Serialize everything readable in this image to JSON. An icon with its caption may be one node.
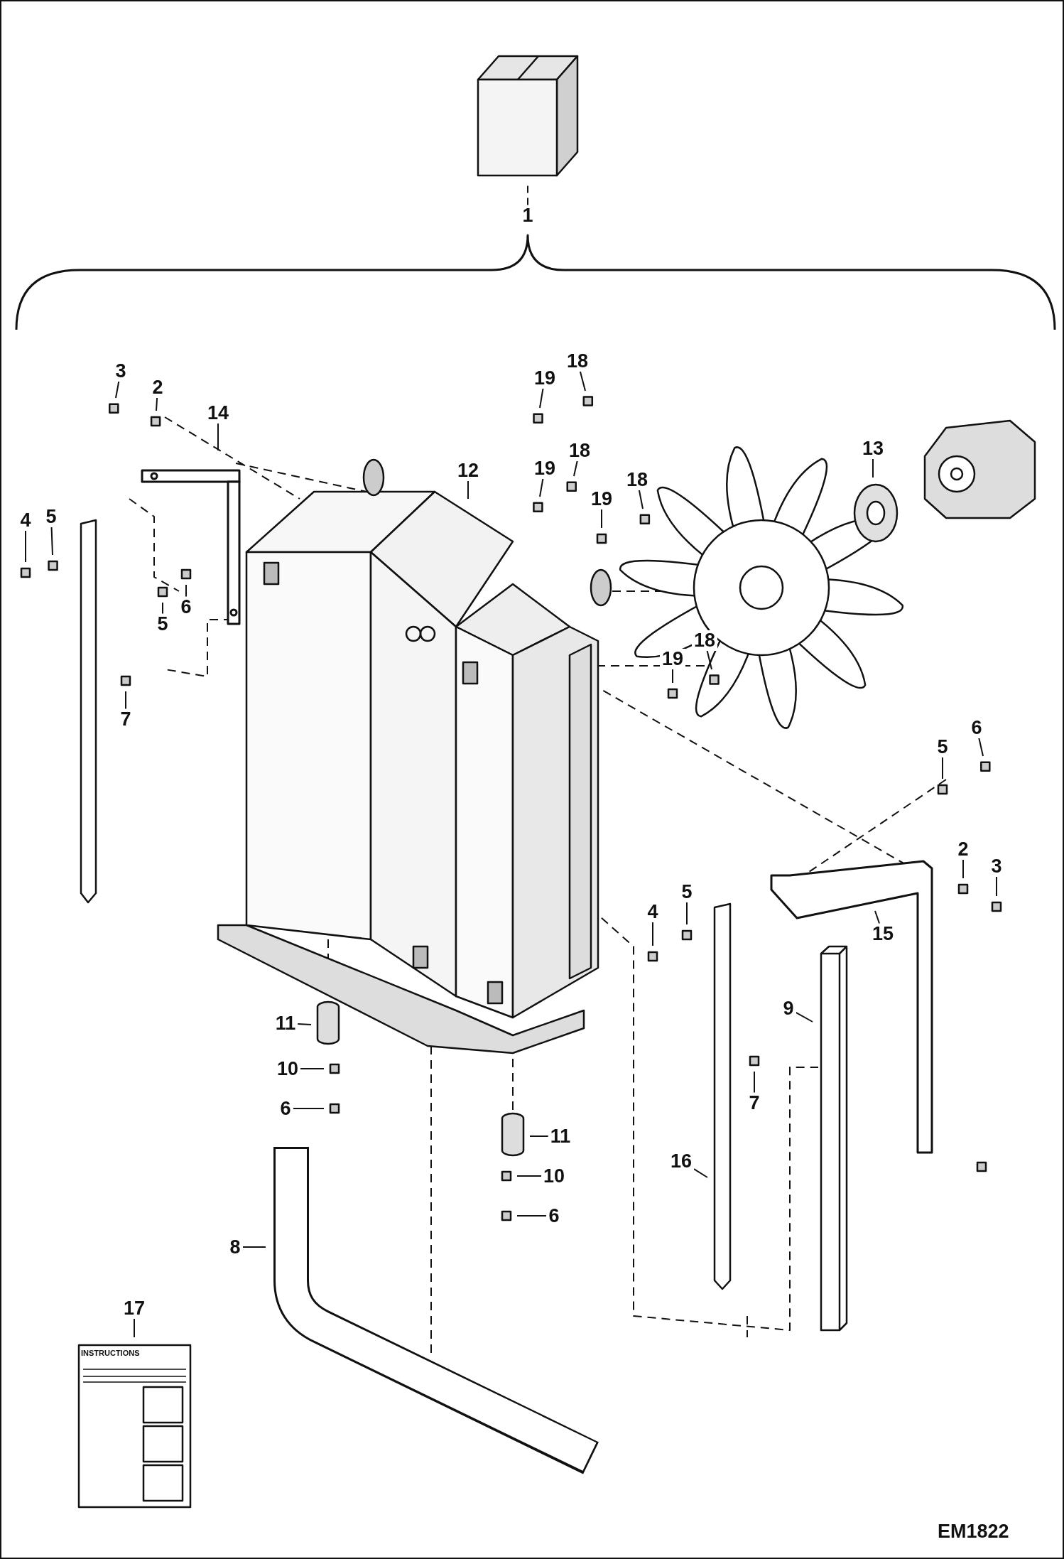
{
  "diagram": {
    "nodes": [
      {
        "text": [
          "1"
        ]
      },
      {
        "text": [
          "3"
        ]
      },
      {
        "text": [
          "2"
        ]
      },
      {
        "text": [
          "14"
        ]
      },
      {
        "text": [
          "4"
        ]
      },
      {
        "text": [
          "5"
        ]
      },
      {
        "text": [
          "5"
        ]
      },
      {
        "text": [
          "6"
        ]
      },
      {
        "text": [
          "7"
        ]
      },
      {
        "text": [
          "19"
        ]
      },
      {
        "text": [
          "18"
        ]
      },
      {
        "text": [
          "19"
        ]
      },
      {
        "text": [
          "18"
        ]
      },
      {
        "text": [
          "19"
        ]
      },
      {
        "text": [
          "18"
        ]
      },
      {
        "text": [
          "12"
        ]
      },
      {
        "text": [
          "13"
        ]
      },
      {
        "text": [
          "19"
        ]
      },
      {
        "text": [
          "18"
        ]
      },
      {
        "text": [
          "5"
        ]
      },
      {
        "text": [
          "6"
        ]
      },
      {
        "text": [
          "2"
        ]
      },
      {
        "text": [
          "3"
        ]
      },
      {
        "text": [
          "15"
        ]
      },
      {
        "text": [
          "4"
        ]
      },
      {
        "text": [
          "5"
        ]
      },
      {
        "text": [
          "9"
        ]
      },
      {
        "text": [
          "7"
        ]
      },
      {
        "text": [
          "11"
        ]
      },
      {
        "text": [
          "10"
        ]
      },
      {
        "text": [
          "6"
        ]
      },
      {
        "text": [
          "11"
        ]
      },
      {
        "text": [
          "10"
        ]
      },
      {
        "text": [
          "6"
        ]
      },
      {
        "text": [
          "16"
        ]
      },
      {
        "text": [
          "8"
        ]
      },
      {
        "text": [
          "17"
        ]
      }
    ],
    "edges": [
      {
        "from": 0,
        "to": null,
        "arrow": "none",
        "style": "dashed"
      },
      {
        "from": 1,
        "to": null,
        "arrow": "none"
      },
      {
        "from": 2,
        "to": null,
        "arrow": "none"
      },
      {
        "from": 3,
        "to": null,
        "arrow": "none"
      },
      {
        "from": 4,
        "to": null,
        "arrow": "none"
      },
      {
        "from": 5,
        "to": null,
        "arrow": "none"
      },
      {
        "from": 6,
        "to": null,
        "arrow": "none"
      },
      {
        "from": 7,
        "to": null,
        "arrow": "none"
      },
      {
        "from": 8,
        "to": null,
        "arrow": "none"
      },
      {
        "from": 9,
        "to": null,
        "arrow": "none"
      },
      {
        "from": 10,
        "to": null,
        "arrow": "none"
      },
      {
        "from": 11,
        "to": null,
        "arrow": "none"
      },
      {
        "from": 12,
        "to": null,
        "arrow": "none"
      },
      {
        "from": 13,
        "to": null,
        "arrow": "none"
      },
      {
        "from": 14,
        "to": null,
        "arrow": "none"
      },
      {
        "from": 15,
        "to": null,
        "arrow": "none"
      },
      {
        "from": 16,
        "to": null,
        "arrow": "none"
      },
      {
        "from": 17,
        "to": null,
        "arrow": "none"
      },
      {
        "from": 18,
        "to": null,
        "arrow": "none"
      },
      {
        "from": 19,
        "to": null,
        "arrow": "none"
      },
      {
        "from": 20,
        "to": null,
        "arrow": "none"
      },
      {
        "from": 21,
        "to": null,
        "arrow": "none"
      },
      {
        "from": 22,
        "to": null,
        "arrow": "none"
      },
      {
        "from": 23,
        "to": null,
        "arrow": "none"
      },
      {
        "from": 24,
        "to": null,
        "arrow": "none"
      },
      {
        "from": 25,
        "to": null,
        "arrow": "none"
      },
      {
        "from": 26,
        "to": null,
        "arrow": "none"
      },
      {
        "from": 27,
        "to": null,
        "arrow": "none"
      },
      {
        "from": 28,
        "to": null,
        "arrow": "none"
      },
      {
        "from": 29,
        "to": null,
        "arrow": "none"
      },
      {
        "from": 30,
        "to": null,
        "arrow": "none"
      },
      {
        "from": 31,
        "to": null,
        "arrow": "none"
      },
      {
        "from": 32,
        "to": null,
        "arrow": "none"
      },
      {
        "from": 33,
        "to": null,
        "arrow": "none"
      },
      {
        "from": 34,
        "to": null,
        "arrow": "none"
      },
      {
        "from": 35,
        "to": null,
        "arrow": "none"
      },
      {
        "from": 36,
        "to": null,
        "arrow": "none"
      }
    ],
    "labels": [
      "INSTRUCTIONS",
      "EM1822"
    ]
  }
}
